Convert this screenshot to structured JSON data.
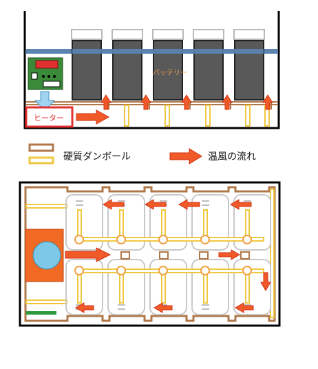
{
  "top_diagram": {
    "battery_label": "バッテリー",
    "heater_label": "ヒーター"
  },
  "legend": {
    "cardboard_label": "硬質ダンボール",
    "airflow_label": "温風の流れ"
  },
  "colors": {
    "cardboard": "#b07848",
    "pipe": "#f0c840",
    "airflow_arrow": "#f05a28",
    "battery": "#595959",
    "rail": "#5b84b1",
    "heater_box": "#e03030",
    "down_arrow": "#9fd3f0",
    "pump_box": "#f06a24",
    "pump_circle": "#7cc8e6",
    "controller": "#3a8a3a"
  }
}
